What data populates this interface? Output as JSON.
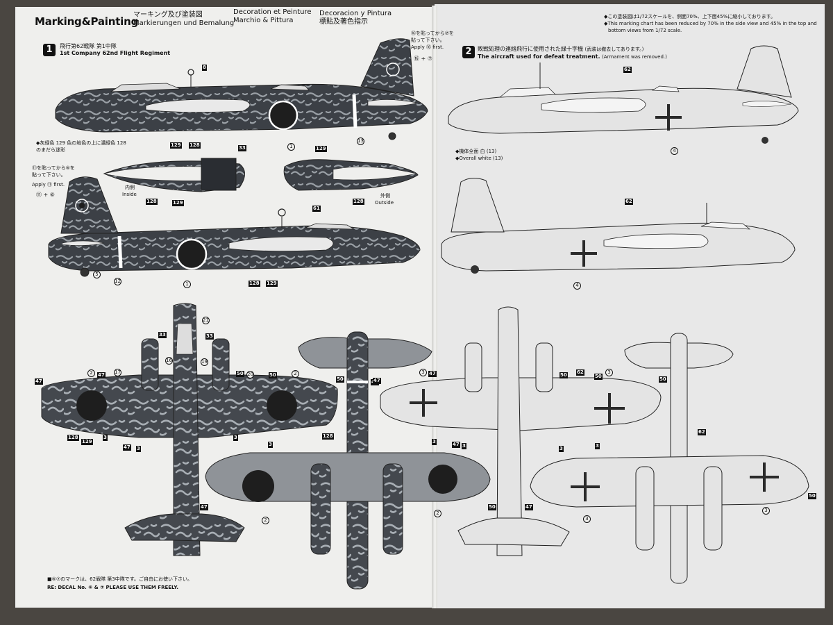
{
  "left": {
    "brand_title": "Marking&Painting",
    "headers": {
      "col1_line1": "マーキング及び塗装図",
      "col1_line2": "Markierungen und Bemalung",
      "col2_line1": "Decoration et Peinture",
      "col2_line2": "Marchio & Pittura",
      "col3_line1": "Decoracion y Pintura",
      "col3_line2": "標貼及著色指示"
    },
    "scheme1": {
      "number": "1",
      "line_jp": "飛行第62戦隊 第1中隊",
      "line_en": "1st Company 62nd Flight Regiment"
    },
    "apply_first_top": {
      "jp1": "⑯を貼ってから⑦を",
      "jp2": "貼って下さい。",
      "en": "Apply ⑯ first.",
      "combo": "⑯ + ⑦"
    },
    "apply_first_mid": {
      "jp1": "⑪を貼ってから⑥を",
      "jp2": "貼って下さい。",
      "en": "Apply ⑪ first.",
      "combo": "⑪ + ⑥"
    },
    "paint_note": {
      "jp1": "◆灰緑色 129 色の地色の上に濃緑色 128",
      "jp2": "のまだら迷彩"
    },
    "inside_label": {
      "jp": "内側",
      "en": "Inside"
    },
    "outside_label": {
      "jp": "外側",
      "en": "Outside"
    },
    "footer": {
      "jp": "■⑥⑦のマークは、62戦隊 第3中隊です。ご自由にお使い下さい。",
      "en": "RE: DECAL No. ⑥ & ⑦ PLEASE USE THEM FREELY."
    },
    "decals": [
      "8",
      "1",
      "13",
      "129",
      "128",
      "33",
      "129",
      "128",
      "129",
      "61",
      "128",
      "5",
      "12",
      "1",
      "128",
      "129",
      "21",
      "33",
      "33",
      "16",
      "19",
      "2",
      "47",
      "17",
      "50",
      "20",
      "2",
      "50",
      "47",
      "128",
      "129",
      "3",
      "47",
      "3",
      "3",
      "3",
      "128",
      "50",
      "47",
      "2",
      "2",
      "50",
      "47"
    ]
  },
  "right": {
    "scale_note": {
      "jp": "◆この塗装図は1/72スケールを、側面70%、上下面45%に縮小しております。",
      "en1": "◆This marking chart has been reduced by 70% in the side view and 45% in the top and",
      "en2": "bottom views from 1/72 scale."
    },
    "scheme2": {
      "number": "2",
      "line_jp": "敗戦処理の連絡飛行に使用された緑十字機",
      "line_jp_note": "(武装は撤去してあります。)",
      "line_en": "The aircraft used for defeat treatment.",
      "line_en_note": "(Armament was removed.)"
    },
    "overall": {
      "jp": "◆機体全面 白 (13)",
      "en": "◆Overall white (13)"
    },
    "decals": [
      "62",
      "4",
      "62",
      "4",
      "3",
      "47",
      "50",
      "62",
      "3",
      "50",
      "47",
      "3",
      "47",
      "3",
      "3",
      "3",
      "62",
      "50",
      "47",
      "3",
      "3",
      "50"
    ]
  },
  "colors": {
    "camo_dark": "#3c4046",
    "camo_light": "#9aa0a6",
    "hinomaru": "#1e1e1e",
    "cross": "#2a2a2a",
    "white_plane": "#e4e4e4"
  },
  "icons": [
    "hinomaru-icon",
    "green-cross-icon"
  ]
}
